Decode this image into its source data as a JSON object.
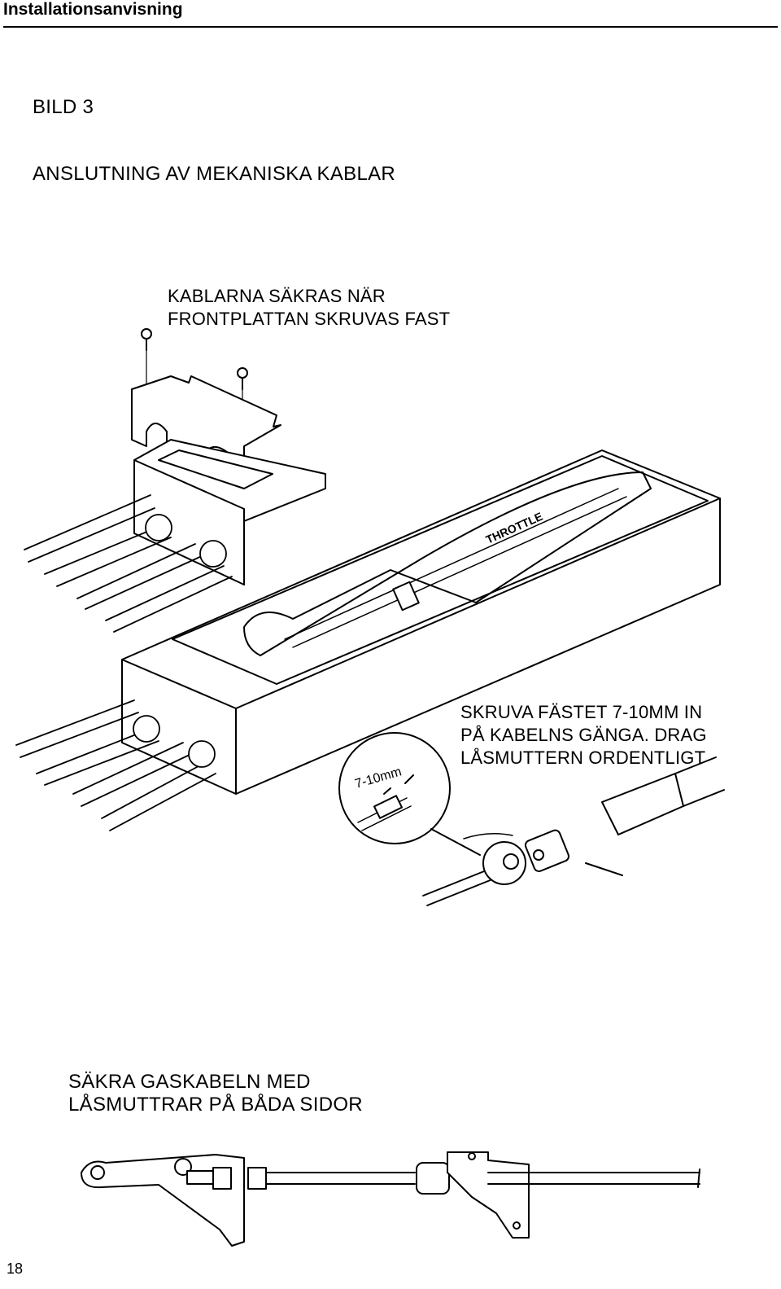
{
  "header": {
    "title": "Installationsanvisning"
  },
  "figure": {
    "label": "BILD 3",
    "title": "ANSLUTNING AV MEKANISKA KABLAR"
  },
  "notes": {
    "cover": [
      "KABLARNA SÄKRAS NÄR",
      "FRONTPLATTAN SKRUVAS FAST"
    ],
    "thread": [
      "SKRUVA FÄSTET 7-10MM IN",
      "PÅ KABELNS GÄNGA. DRAG",
      "LÅSMUTTERN ORDENTLIGT"
    ],
    "locknuts": [
      "SÄKRA GASKABELN MED",
      "LÅSMUTTRAR PÅ BÅDA SIDOR"
    ]
  },
  "drawing": {
    "housing_label": "THROTTLE",
    "detail_dimension": "7-10mm"
  },
  "footer": {
    "page_number": "18"
  }
}
